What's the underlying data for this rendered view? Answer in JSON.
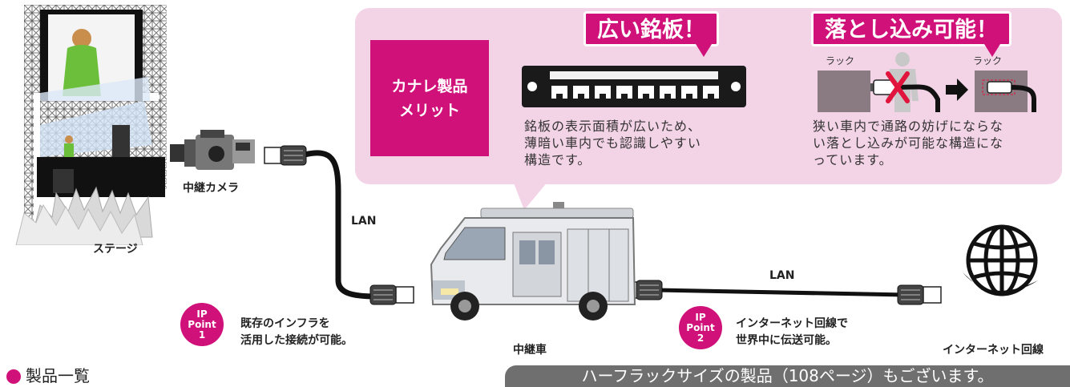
{
  "merit": {
    "label": "カナレ製品\nメリット",
    "banner1": "広い銘板",
    "banner1_mark": "！",
    "desc1": "銘板の表示面積が広いため、\n薄暗い車内でも認識しやすい\n構造です。",
    "banner2": "落とし込み可能",
    "banner2_mark": "！",
    "rack_left": "ラック",
    "rack_right": "ラック",
    "desc2": "狭い車内で通路の妨げにならな\nい落とし込みが可能な構造にな\nっています。"
  },
  "labels": {
    "stage": "ステージ",
    "camera": "中継カメラ",
    "lan1": "LAN",
    "lan2": "LAN",
    "van": "中継車",
    "internet": "インターネット回線"
  },
  "points": [
    {
      "line1": "IP",
      "line2": "Point",
      "num": "1",
      "text": "既存のインフラを\n活用した接続が可能。"
    },
    {
      "line1": "IP",
      "line2": "Point",
      "num": "2",
      "text": "インターネット回線で\n世界中に伝送可能。"
    }
  ],
  "footer": {
    "list_title": "製品一覧",
    "banner": "ハーフラックサイズの製品（108ページ）もございます。"
  },
  "colors": {
    "accent": "#d0117a",
    "callout": "#f3d3e6",
    "footer": "#6f6f6f"
  },
  "icons": [
    "stage-illustration",
    "camera-icon",
    "lan-connector-icon",
    "patch-panel-icon",
    "person-icon",
    "cross-icon",
    "arrow-right-icon",
    "van-illustration",
    "globe-icon"
  ]
}
